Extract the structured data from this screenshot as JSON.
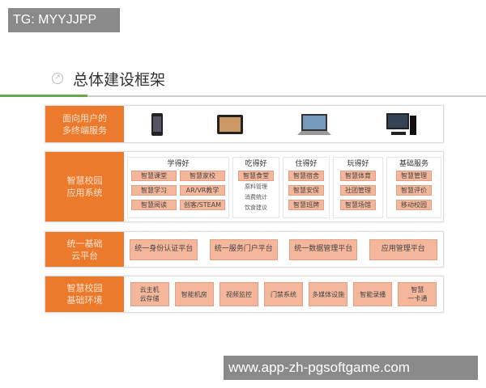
{
  "watermark_top": "TG: MYYJJPP",
  "watermark_bottom": "www.app-zh-pgsoftgame.com",
  "title": "总体建设框架",
  "rows": [
    {
      "label": "面向用户的\n多终端服务",
      "devices": [
        "phone-icon",
        "tablet-icon",
        "laptop-icon",
        "desktop-icon"
      ]
    },
    {
      "label": "智慧校园\n应用系统",
      "groups": [
        {
          "title": "学得好",
          "items": [
            "智慧课堂",
            "智慧家校",
            "智慧学习",
            "AR/VR教学",
            "智慧阅读",
            "创客/STEAM"
          ]
        },
        {
          "title": "吃得好",
          "items": [
            "智慧食堂"
          ],
          "plain": [
            "原料管理",
            "消费统计",
            "饮食建议"
          ]
        },
        {
          "title": "住得好",
          "items": [
            "智慧宿舍",
            "智慧安保",
            "智慧班牌"
          ]
        },
        {
          "title": "玩得好",
          "items": [
            "智慧体育",
            "社团管理",
            "智慧场馆"
          ]
        },
        {
          "title": "基础服务",
          "items": [
            "智慧管理",
            "智慧评价",
            "移动校园"
          ]
        }
      ]
    },
    {
      "label": "统一基础\n云平台",
      "items": [
        "统一身份认证平台",
        "统一服务门户平台",
        "统一数据管理平台",
        "应用管理平台"
      ]
    },
    {
      "label": "智慧校园\n基础环境",
      "items": [
        "云主机\n云存储",
        "智能机房",
        "视频监控",
        "门禁系统",
        "多媒体设施",
        "智能录播",
        "智慧\n一卡通"
      ]
    }
  ],
  "colors": {
    "accent": "#ec7a2c",
    "box": "#f4b79c",
    "green": "#6aa84f"
  }
}
